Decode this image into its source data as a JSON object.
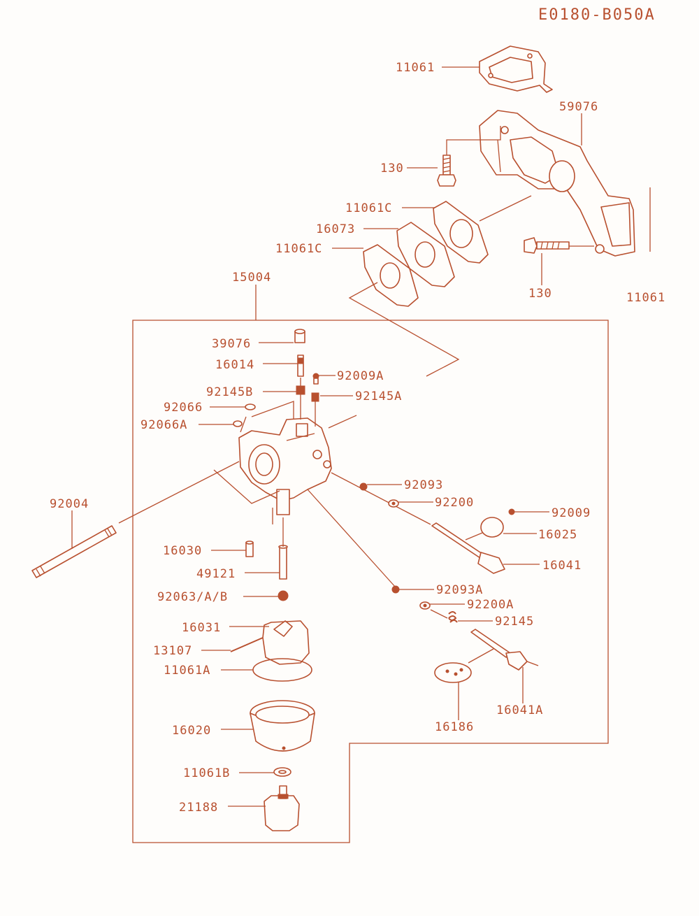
{
  "diagram_code": "E0180-B050A",
  "parts": [
    "11061",
    "59076",
    "130",
    "11061C",
    "16073",
    "11061C",
    "130",
    "11061",
    "15004",
    "39076",
    "16014",
    "92009A",
    "92145B",
    "92145A",
    "92066",
    "92066A",
    "92004",
    "92093",
    "92200",
    "92009",
    "16025",
    "16041",
    "16030",
    "49121",
    "92063/A/B",
    "92093A",
    "92200A",
    "92145",
    "16031",
    "13107",
    "11061A",
    "16186",
    "16041A",
    "16020",
    "11061B",
    "21188"
  ],
  "colors": {
    "line": "#b8502f",
    "background": "#fefdfb"
  }
}
